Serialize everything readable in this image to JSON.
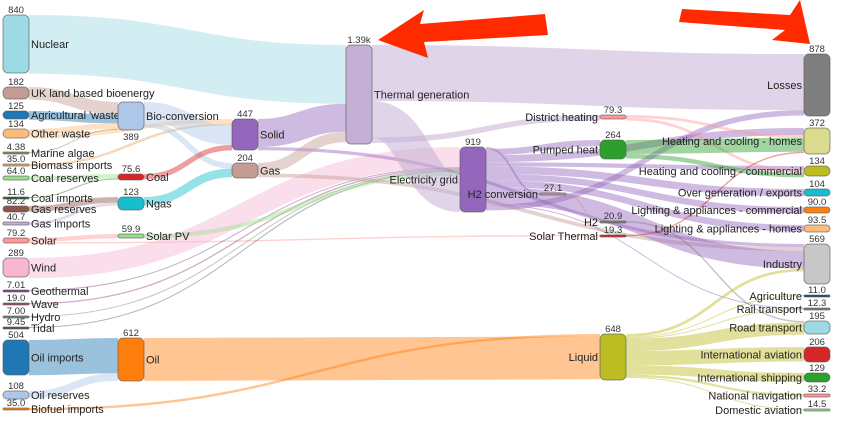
{
  "title": "UK energy flow Sankey diagram",
  "nodes": [
    {
      "name": "Nuclear",
      "value_label": "840",
      "color": "#9edae5"
    },
    {
      "name": "UK land based bioenergy",
      "value_label": "182",
      "color": "#c49c94"
    },
    {
      "name": "Agricultural 'waste'",
      "value_label": "125",
      "color": "#1f77b4"
    },
    {
      "name": "Other waste",
      "value_label": "134",
      "color": "#ffbb78"
    },
    {
      "name": "Marine algae",
      "value_label": "4.38",
      "color": "#8c8c5b"
    },
    {
      "name": "Biomass imports",
      "value_label": "35.0",
      "color": "#e6a96b"
    },
    {
      "name": "Coal reserves",
      "value_label": "64.0",
      "color": "#98df8a"
    },
    {
      "name": "Coal imports",
      "value_label": "11.6",
      "color": "#2c6e2c"
    },
    {
      "name": "Gas reserves",
      "value_label": "82.2",
      "color": "#8c564b"
    },
    {
      "name": "Gas imports",
      "value_label": "40.7",
      "color": "#c5b0d5"
    },
    {
      "name": "Solar",
      "value_label": "79.2",
      "color": "#ff9896"
    },
    {
      "name": "Wind",
      "value_label": "289",
      "color": "#f7b6d2"
    },
    {
      "name": "Geothermal",
      "value_label": "7.01",
      "color": "#7b4a8c"
    },
    {
      "name": "Wave",
      "value_label": "19.0",
      "color": "#9c4d7a"
    },
    {
      "name": "Hydro",
      "value_label": "7.00",
      "color": "#7f7f7f"
    },
    {
      "name": "Tidal",
      "value_label": "9.45",
      "color": "#555555"
    },
    {
      "name": "Oil imports",
      "value_label": "504",
      "color": "#1f77b4"
    },
    {
      "name": "Oil reserves",
      "value_label": "108",
      "color": "#aec7e8"
    },
    {
      "name": "Biofuel imports",
      "value_label": "35.0",
      "color": "#ff7f0e"
    },
    {
      "name": "Bio-conversion",
      "value_label": "389",
      "color": "#aec7e8"
    },
    {
      "name": "Coal",
      "value_label": "75.6",
      "color": "#d62728"
    },
    {
      "name": "Ngas",
      "value_label": "123",
      "color": "#17becf"
    },
    {
      "name": "Solar PV",
      "value_label": "59.9",
      "color": "#98df8a"
    },
    {
      "name": "Oil",
      "value_label": "612",
      "color": "#ff7f0e"
    },
    {
      "name": "Solid",
      "value_label": "447",
      "color": "#9467bd"
    },
    {
      "name": "Gas",
      "value_label": "204",
      "color": "#c49c94"
    },
    {
      "name": "Thermal generation",
      "value_label": "1.39k",
      "color": "#c5b0d5"
    },
    {
      "name": "Electricity grid",
      "value_label": "919",
      "color": "#9467bd"
    },
    {
      "name": "H2 conversion",
      "value_label": "27.1",
      "color": "#c49c94"
    },
    {
      "name": "District heating",
      "value_label": "79.3",
      "color": "#ff9896"
    },
    {
      "name": "Pumped heat",
      "value_label": "264",
      "color": "#2ca02c"
    },
    {
      "name": "H2",
      "value_label": "20.9",
      "color": "#7f7f7f"
    },
    {
      "name": "Solar Thermal",
      "value_label": "19.3",
      "color": "#d62728"
    },
    {
      "name": "Liquid",
      "value_label": "648",
      "color": "#bcbd22"
    },
    {
      "name": "Losses",
      "value_label": "878",
      "color": "#7f7f7f"
    },
    {
      "name": "Heating and cooling - homes",
      "value_label": "372",
      "color": "#dbdb8d"
    },
    {
      "name": "Heating and cooling - commercial",
      "value_label": "134",
      "color": "#bcbd22"
    },
    {
      "name": "Over generation / exports",
      "value_label": "104",
      "color": "#17becf"
    },
    {
      "name": "Lighting & appliances - commercial",
      "value_label": "90.0",
      "color": "#ff7f0e"
    },
    {
      "name": "Lighting & appliances - homes",
      "value_label": "93.5",
      "color": "#ffbb78"
    },
    {
      "name": "Industry",
      "value_label": "569",
      "color": "#c7c7c7"
    },
    {
      "name": "Agriculture",
      "value_label": "11.0",
      "color": "#1f4e79"
    },
    {
      "name": "Rail transport",
      "value_label": "12.3",
      "color": "#7f7f7f"
    },
    {
      "name": "Road transport",
      "value_label": "195",
      "color": "#9edae5"
    },
    {
      "name": "International aviation",
      "value_label": "206",
      "color": "#d62728"
    },
    {
      "name": "International shipping",
      "value_label": "129",
      "color": "#2ca02c"
    },
    {
      "name": "National navigation",
      "value_label": "33.2",
      "color": "#ff9896"
    },
    {
      "name": "Domestic aviation",
      "value_label": "14.5",
      "color": "#98df8a"
    }
  ],
  "links": [
    {
      "source": 0,
      "target": 26,
      "value": 840
    },
    {
      "source": 1,
      "target": 19,
      "value": 182
    },
    {
      "source": 2,
      "target": 19,
      "value": 125
    },
    {
      "source": 3,
      "target": 19,
      "value": 77
    },
    {
      "source": 3,
      "target": 24,
      "value": 57
    },
    {
      "source": 4,
      "target": 19,
      "value": 4.38
    },
    {
      "source": 5,
      "target": 24,
      "value": 35
    },
    {
      "source": 6,
      "target": 20,
      "value": 64
    },
    {
      "source": 7,
      "target": 20,
      "value": 11.6
    },
    {
      "source": 8,
      "target": 21,
      "value": 82.2
    },
    {
      "source": 9,
      "target": 21,
      "value": 40.7
    },
    {
      "source": 10,
      "target": 22,
      "value": 59.9
    },
    {
      "source": 10,
      "target": 32,
      "value": 19.3
    },
    {
      "source": 11,
      "target": 27,
      "value": 289
    },
    {
      "source": 12,
      "target": 27,
      "value": 7.01
    },
    {
      "source": 13,
      "target": 27,
      "value": 19
    },
    {
      "source": 14,
      "target": 27,
      "value": 7
    },
    {
      "source": 15,
      "target": 27,
      "value": 9.45
    },
    {
      "source": 16,
      "target": 23,
      "value": 504
    },
    {
      "source": 17,
      "target": 23,
      "value": 108
    },
    {
      "source": 18,
      "target": 33,
      "value": 35
    },
    {
      "source": 19,
      "target": 24,
      "value": 280
    },
    {
      "source": 19,
      "target": 25,
      "value": 81
    },
    {
      "source": 20,
      "target": 24,
      "value": 75.6
    },
    {
      "source": 21,
      "target": 25,
      "value": 123
    },
    {
      "source": 22,
      "target": 27,
      "value": 59.9
    },
    {
      "source": 23,
      "target": 33,
      "value": 612
    },
    {
      "source": 24,
      "target": 26,
      "value": 400
    },
    {
      "source": 24,
      "target": 40,
      "value": 47
    },
    {
      "source": 25,
      "target": 26,
      "value": 150
    },
    {
      "source": 25,
      "target": 40,
      "value": 54
    },
    {
      "source": 26,
      "target": 34,
      "value": 800
    },
    {
      "source": 26,
      "target": 27,
      "value": 520
    },
    {
      "source": 26,
      "target": 29,
      "value": 79.3
    },
    {
      "source": 27,
      "target": 28,
      "value": 27.1
    },
    {
      "source": 27,
      "target": 30,
      "value": 90
    },
    {
      "source": 27,
      "target": 35,
      "value": 100
    },
    {
      "source": 27,
      "target": 36,
      "value": 60
    },
    {
      "source": 27,
      "target": 37,
      "value": 104
    },
    {
      "source": 27,
      "target": 38,
      "value": 90
    },
    {
      "source": 27,
      "target": 39,
      "value": 93.5
    },
    {
      "source": 27,
      "target": 40,
      "value": 250
    },
    {
      "source": 27,
      "target": 42,
      "value": 8
    },
    {
      "source": 27,
      "target": 34,
      "value": 78
    },
    {
      "source": 28,
      "target": 31,
      "value": 20.9
    },
    {
      "source": 29,
      "target": 35,
      "value": 40
    },
    {
      "source": 29,
      "target": 36,
      "value": 39
    },
    {
      "source": 30,
      "target": 35,
      "value": 200
    },
    {
      "source": 30,
      "target": 36,
      "value": 64
    },
    {
      "source": 31,
      "target": 43,
      "value": 20.9
    },
    {
      "source": 32,
      "target": 35,
      "value": 19.3
    },
    {
      "source": 33,
      "target": 40,
      "value": 40
    },
    {
      "source": 33,
      "target": 41,
      "value": 11
    },
    {
      "source": 33,
      "target": 42,
      "value": 4
    },
    {
      "source": 33,
      "target": 43,
      "value": 175
    },
    {
      "source": 33,
      "target": 44,
      "value": 206
    },
    {
      "source": 33,
      "target": 45,
      "value": 129
    },
    {
      "source": 33,
      "target": 46,
      "value": 33.2
    },
    {
      "source": 33,
      "target": 47,
      "value": 14.5
    }
  ]
}
